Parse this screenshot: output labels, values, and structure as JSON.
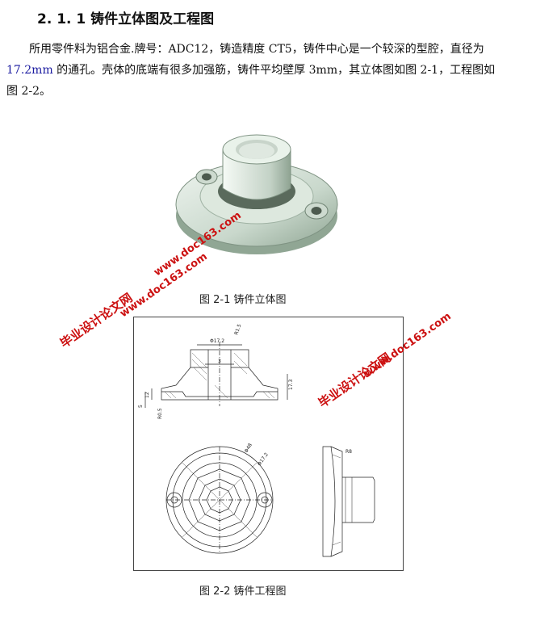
{
  "heading": "2. 1. 1 铸件立体图及工程图",
  "paragraph": {
    "t1": "所用零件料为铝合金.牌号：ADC12，铸造精度 CT5，铸件中心是一个较深的型腔，直径为 ",
    "t2": "17.2mm",
    "t3": " 的通孔。壳体的底端有很多加强筋，铸件平均壁厚 3mm，其立体图如图 2-1，工程图如图 2-2。"
  },
  "fig1_caption": "图 2-1 铸件立体图",
  "fig2_caption": "图 2-2 铸件工程图",
  "drawing_labels": {
    "dia_top": "Φ17.2",
    "r15": "R1.5",
    "dim3": "3",
    "d12": "12",
    "d173": "17.3",
    "d5": "5",
    "r05": "R0.5",
    "d48": "Φ48",
    "d172": "Φ17.2",
    "r8": "R8"
  },
  "watermarks": {
    "left_cn": "毕业设计论文网",
    "left_url": "www.doc163.com",
    "right_cn": "毕业设计论文网",
    "right_url": "www.doc163.com",
    "top_url": "www.doc163.com"
  }
}
